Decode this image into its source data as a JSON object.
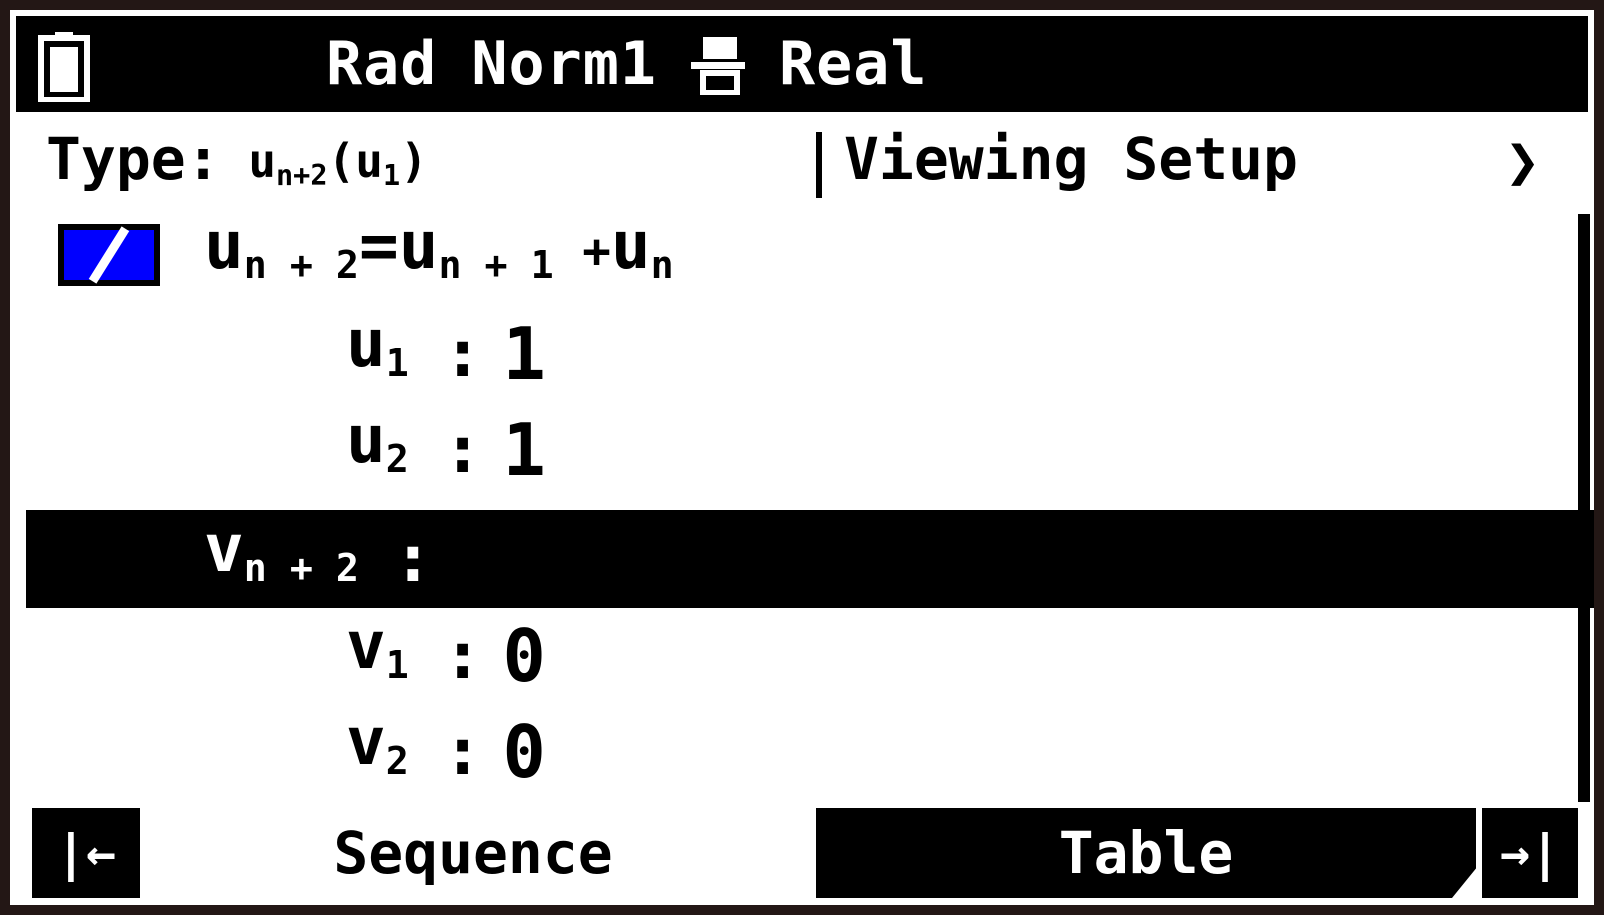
{
  "status_bar": {
    "battery_icon": "battery-full-icon",
    "angle_mode": "Rad",
    "display_mode": "Norm1",
    "math_display_icon": "math-display-icon",
    "number_mode": "Real"
  },
  "header": {
    "type_label": "Type:",
    "type_value_base": "u",
    "type_value_sub": "n+2",
    "type_value_arg_base": "u",
    "type_value_arg_sub": "1",
    "viewing_setup_label": "Viewing Setup",
    "chevron_icon": "chevron-right-icon",
    "chevron_glyph": "❯"
  },
  "sequences": {
    "u": {
      "enabled": true,
      "checkbox_icon": "checkbox-checked-line-style-icon",
      "formula_lhs_base": "u",
      "formula_lhs_sub": "n + 2",
      "formula_eq": "=",
      "formula_rhs_1_base": "u",
      "formula_rhs_1_sub": "n + 1",
      "formula_op": "+",
      "formula_rhs_2_base": "u",
      "formula_rhs_2_sub": "n",
      "terms": [
        {
          "name_base": "u",
          "name_sub": "1",
          "colon": ":",
          "value": "1"
        },
        {
          "name_base": "u",
          "name_sub": "2",
          "colon": ":",
          "value": "1"
        }
      ]
    },
    "v": {
      "selected_row": {
        "name_base": "v",
        "name_sub": "n + 2",
        "colon": ":",
        "value": "",
        "more_icon": "ellipsis-circle-icon"
      },
      "terms": [
        {
          "name_base": "v",
          "name_sub": "1",
          "colon": ":",
          "value": "0"
        },
        {
          "name_base": "v",
          "name_sub": "2",
          "colon": ":",
          "value": "0"
        }
      ]
    }
  },
  "scrollbar": {
    "name": "vertical-scrollbar"
  },
  "toolbar": {
    "prev_icon": "jump-to-first-icon",
    "prev_glyph": "|←",
    "tab_sequence_label": "Sequence",
    "tab_table_label": "Table",
    "active_tab": "Table",
    "next_icon": "jump-to-last-icon",
    "next_glyph": "→|"
  },
  "colors": {
    "bezel": "#231715",
    "screen_bg": "#ffffff",
    "ink": "#000000",
    "highlight_bg": "#000000",
    "highlight_fg": "#ffffff",
    "checkbox_blue": "#0000FF"
  }
}
